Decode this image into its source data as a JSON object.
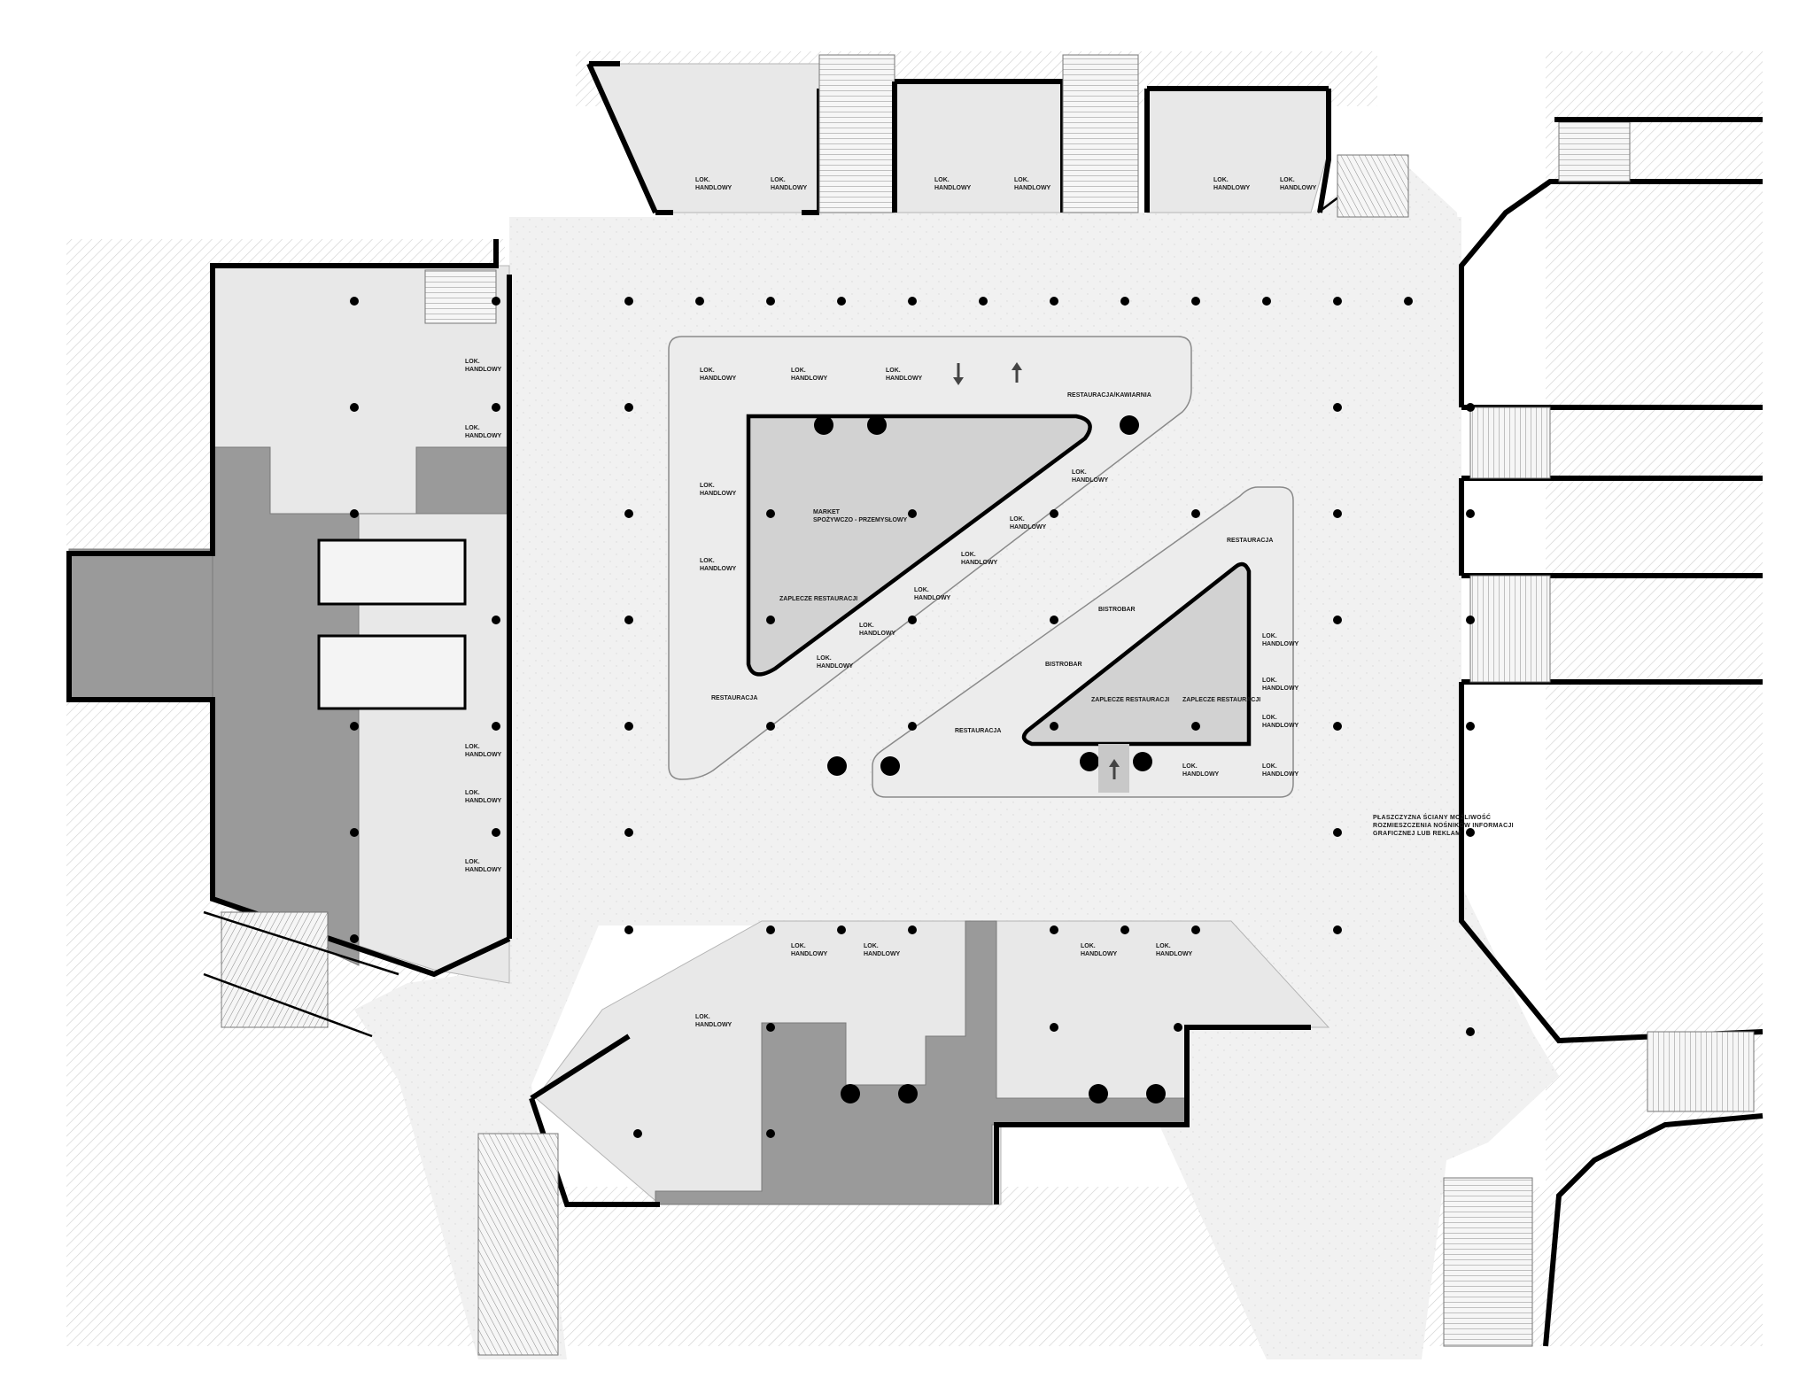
{
  "colors": {
    "wall": "#000000",
    "unit_fill": "#e8e8e8",
    "service_fill": "#9a9a9a",
    "plaza_fill": "#efefef",
    "hatch": "#d6d6d6",
    "core_fill": "#d2d2d2"
  },
  "labels": {
    "lok_handlowy": "LOK.\nHANDLOWY",
    "market": "MARKET\nSPOŻYWCZO - PRZEMYSŁOWY",
    "zaplecze_restauracji": "ZAPLECZE RESTAURACJI",
    "restauracja": "RESTAURACJA",
    "restauracja_kawiarnia": "RESTAURACJA/KAWIARNIA",
    "bistrobar": "BISTROBAR"
  },
  "note": "PŁASZCZYZNA ŚCIANY MOŻLIWOŚĆ ROZMIESZCZENIA NOŚNIKÓW INFORMACJI GRAFICZNEJ LUB REKLAM",
  "icons": [
    "arrow-down-icon",
    "arrow-up-icon",
    "column-icon",
    "stair-icon"
  ]
}
